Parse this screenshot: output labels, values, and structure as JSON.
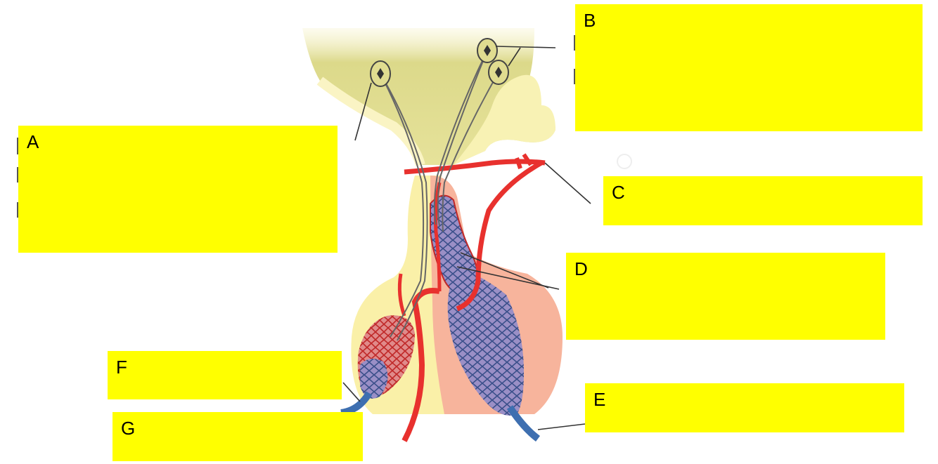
{
  "colors": {
    "label_fill": "#ffff00",
    "artery": "#e8312e",
    "vein": "#3e6fb0",
    "capillary": "#3a4f8a",
    "posterior_lobe": "#faf0a8",
    "anterior_lobe": "#f7b49c",
    "hypothalamus": "#e3df95",
    "leader_line": "#333333"
  },
  "labels": [
    {
      "id": "A",
      "letter": "A"
    },
    {
      "id": "B",
      "letter": "B"
    },
    {
      "id": "C",
      "letter": "C"
    },
    {
      "id": "D",
      "letter": "D"
    },
    {
      "id": "E",
      "letter": "E"
    },
    {
      "id": "F",
      "letter": "F"
    },
    {
      "id": "G",
      "letter": "G"
    }
  ]
}
